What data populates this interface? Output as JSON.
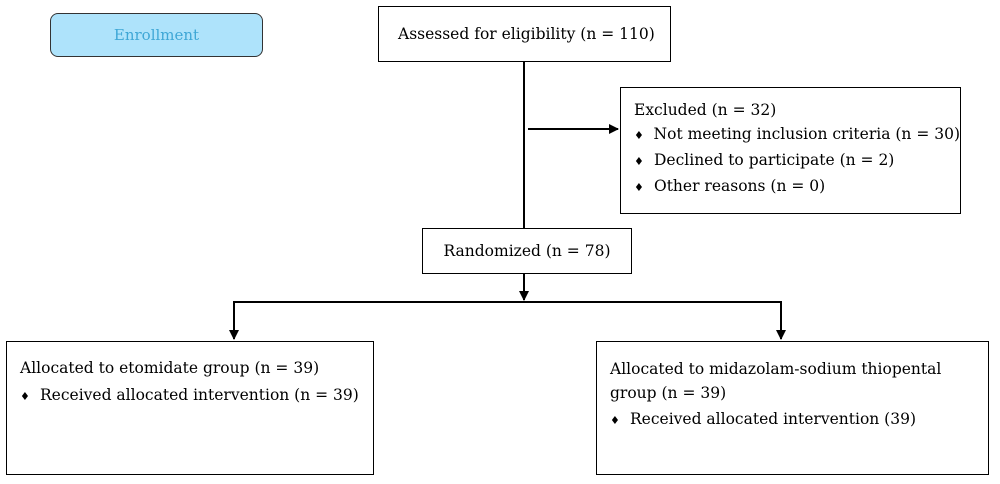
{
  "enrollment": {
    "label": "Enrollment",
    "color": "#aee3fb",
    "text_color": "#3fa7d6"
  },
  "assessed": {
    "text": "Assessed for eligibility (n = 110)"
  },
  "excluded": {
    "title": "Excluded (n = 32)",
    "bullet_icon": "diamond-bullet",
    "items": [
      "Not meeting inclusion criteria (n = 30)",
      "Declined to participate (n = 2)",
      "Other reasons (n = 0)"
    ]
  },
  "randomized": {
    "text": "Randomized (n = 78)"
  },
  "left_group": {
    "title": "Allocated to etomidate group (n = 39)",
    "items": [
      "Received allocated intervention (n = 39)"
    ]
  },
  "right_group": {
    "title_line1": "Allocated to midazolam-sodium thiopental",
    "title_line2": "group (n = 39)",
    "items": [
      "Received allocated intervention (39)"
    ]
  }
}
